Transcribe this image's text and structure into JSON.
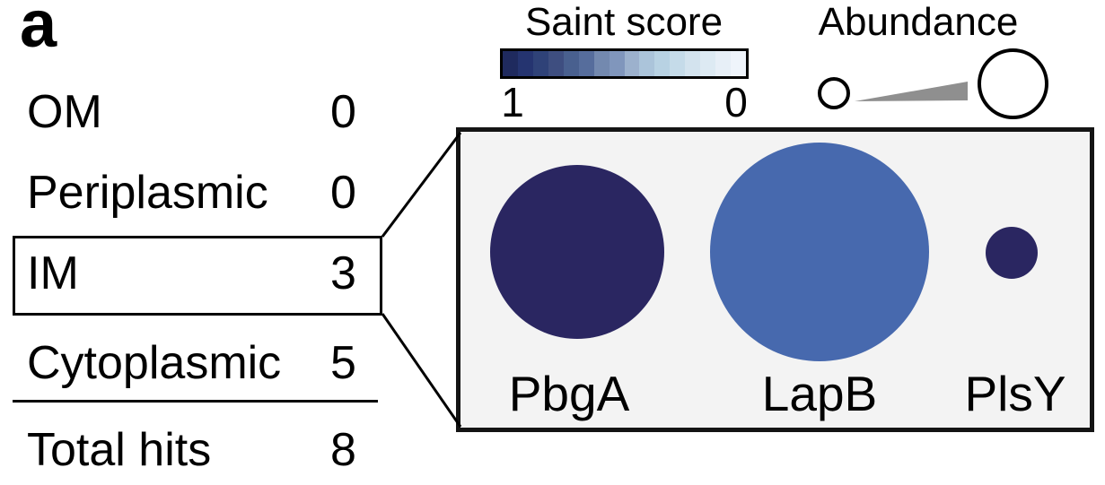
{
  "panel_label": "a",
  "localization_table": {
    "rows": [
      {
        "label": "OM",
        "value": "0",
        "highlighted": false
      },
      {
        "label": "Periplasmic",
        "value": "0",
        "highlighted": false
      },
      {
        "label": "IM",
        "value": "3",
        "highlighted": true
      },
      {
        "label": "Cytoplasmic",
        "value": "5",
        "highlighted": false
      }
    ],
    "total": {
      "label": "Total hits",
      "value": "8"
    }
  },
  "legends": {
    "saint_score": {
      "title": "Saint score",
      "left_label": "1",
      "right_label": "0",
      "gradient_steps": [
        "#1f2a5e",
        "#253470",
        "#2f4278",
        "#3e4e80",
        "#49608f",
        "#566d9c",
        "#7389af",
        "#8096bc",
        "#9cb1cd",
        "#abc4da",
        "#b8d2e3",
        "#c5dbe9",
        "#d3e3ee",
        "#ddeaf3",
        "#e7eff7",
        "#eff4fb"
      ]
    },
    "abundance": {
      "title": "Abundance",
      "wedge_color": "#8f8f8f"
    }
  },
  "chart_data": {
    "type": "scatter",
    "subtype": "bubble",
    "description": "Zoom-in panel of the boxed IM row: 3 inner-membrane hits shown as bubbles; fill color encodes Saint score (1 = dark blue, 0 = light), bubble size encodes abundance",
    "points": [
      {
        "label": "PbgA",
        "saint_score_approx": 0.95,
        "radius_px": 97,
        "color": "#2a2661"
      },
      {
        "label": "LapB",
        "saint_score_approx": 0.65,
        "radius_px": 122,
        "color": "#4769ae"
      },
      {
        "label": "PlsY",
        "saint_score_approx": 0.95,
        "radius_px": 29,
        "color": "#2a2661"
      }
    ],
    "color_scale": {
      "title": "Saint score",
      "domain": [
        1,
        0
      ]
    },
    "size_scale": {
      "title": "Abundance"
    },
    "counts": {
      "OM": 0,
      "Periplasmic": 0,
      "IM": 3,
      "Cytoplasmic": 5,
      "Total hits": 8
    }
  }
}
